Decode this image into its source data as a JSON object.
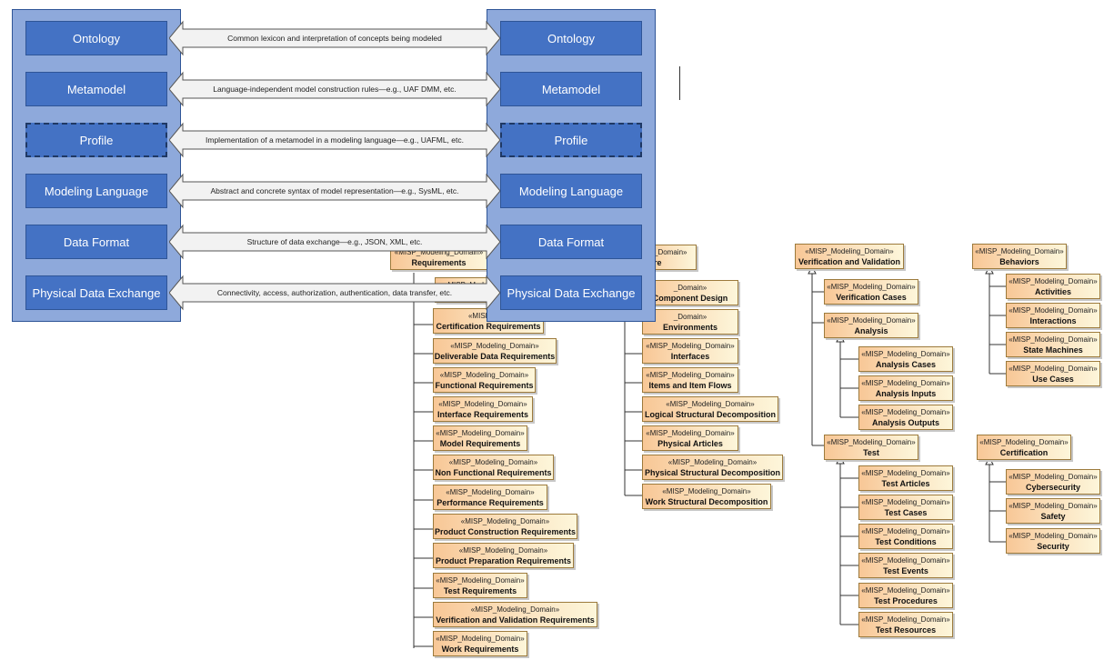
{
  "layers": [
    {
      "left": "Ontology",
      "right": "Ontology",
      "arrow": "Common lexicon and interpretation of concepts being modeled",
      "dashed": false
    },
    {
      "left": "Metamodel",
      "right": "Metamodel",
      "arrow": "Language-independent model construction rules—e.g., UAF DMM, etc.",
      "dashed": false
    },
    {
      "left": "Profile",
      "right": "Profile",
      "arrow": "Implementation of a metamodel in a modeling language—e.g., UAFML, etc.",
      "dashed": true
    },
    {
      "left": "Modeling Language",
      "right": "Modeling Language",
      "arrow": "Abstract and concrete syntax of model representation—e.g., SysML, etc.",
      "dashed": false
    },
    {
      "left": "Data Format",
      "right": "Data Format",
      "arrow": "Structure of data exchange—e.g., JSON, XML, etc.",
      "dashed": false
    },
    {
      "left": "Physical Data Exchange",
      "right": "Physical Data Exchange",
      "arrow": "Connectivity, access, authorization, authentication, data transfer, etc.",
      "dashed": false
    }
  ],
  "stereotype": "«MISP_Modeling_Domain»",
  "stereotype_partial": "«MISP_Mod",
  "stereotype_partial_right": "_Domain»",
  "packages": {
    "requirements": {
      "root": "Requirements",
      "hidden_child": "«MISP_Model",
      "children": [
        "Certification Requirements",
        "Deliverable Data Requirements",
        "Functional Requirements",
        "Interface Requirements",
        "Model Requirements",
        "Non Functional Requirements",
        "Performance Requirements",
        "Product Construction Requirements",
        "Product Preparation Requirements",
        "Test Requirements",
        "Verification and Validation Requirements",
        "Work Requirements"
      ]
    },
    "architecture": {
      "root": "re",
      "children": [
        "Component Design",
        "Environments",
        "Interfaces",
        "Items and Item Flows",
        "Logical Structural Decomposition",
        "Physical Articles",
        "Physical Structural Decomposition",
        "Work Structural Decomposition"
      ]
    },
    "vv": {
      "root": "Verification and Validation",
      "cases": "Verification Cases",
      "analysis": "Analysis",
      "analysis_children": [
        "Analysis Cases",
        "Analysis Inputs",
        "Analysis Outputs"
      ],
      "test": "Test",
      "test_children": [
        "Test Articles",
        "Test Cases",
        "Test Conditions",
        "Test Events",
        "Test Procedures",
        "Test Resources"
      ]
    },
    "behaviors": {
      "root": "Behaviors",
      "children": [
        "Activities",
        "Interactions",
        "State Machines",
        "Use Cases"
      ]
    },
    "certification": {
      "root": "Certification",
      "children": [
        "Cybersecurity",
        "Safety",
        "Security"
      ]
    }
  }
}
